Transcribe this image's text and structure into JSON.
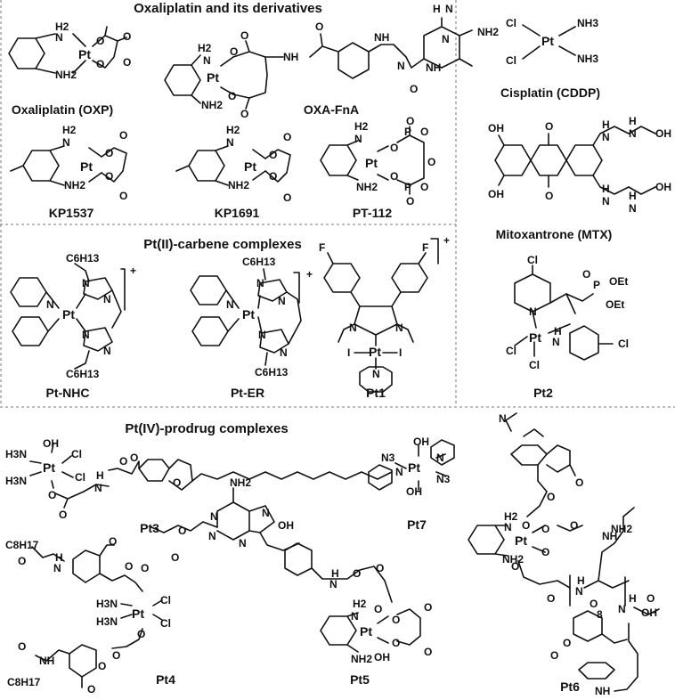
{
  "sections": {
    "oxaliplatin": "Oxaliplatin and its derivatives",
    "carbene": "Pt(II)-carbene complexes",
    "prodrug": "Pt(IV)-prodrug complexes"
  },
  "compounds": {
    "oxp": "Oxaliplatin (OXP)",
    "oxafna": "OXA-FnA",
    "cddp": "Cisplatin (CDDP)",
    "kp1537": "KP1537",
    "kp1691": "KP1691",
    "pt112": "PT-112",
    "mtx": "Mitoxantrone (MTX)",
    "ptnhc": "Pt-NHC",
    "pter": "Pt-ER",
    "pt1": "Pt1",
    "pt2": "Pt2",
    "pt3": "Pt3",
    "pt4": "Pt4",
    "pt5": "Pt5",
    "pt6": "Pt6",
    "pt7": "Pt7"
  },
  "atoms": {
    "pt": "Pt",
    "nh2": "NH2",
    "h2": "H2",
    "n": "N",
    "o": "O",
    "cl": "Cl",
    "nh": "NH",
    "oh": "OH",
    "h": "H",
    "p": "P",
    "f": "F",
    "n3": "N3",
    "nh3": "NH3",
    "h3n": "H3N",
    "oet": "OEt",
    "c6h13": "C6H13",
    "c8h17": "C8H17",
    "i": "I",
    "plus": "+",
    "sub8": "8"
  }
}
